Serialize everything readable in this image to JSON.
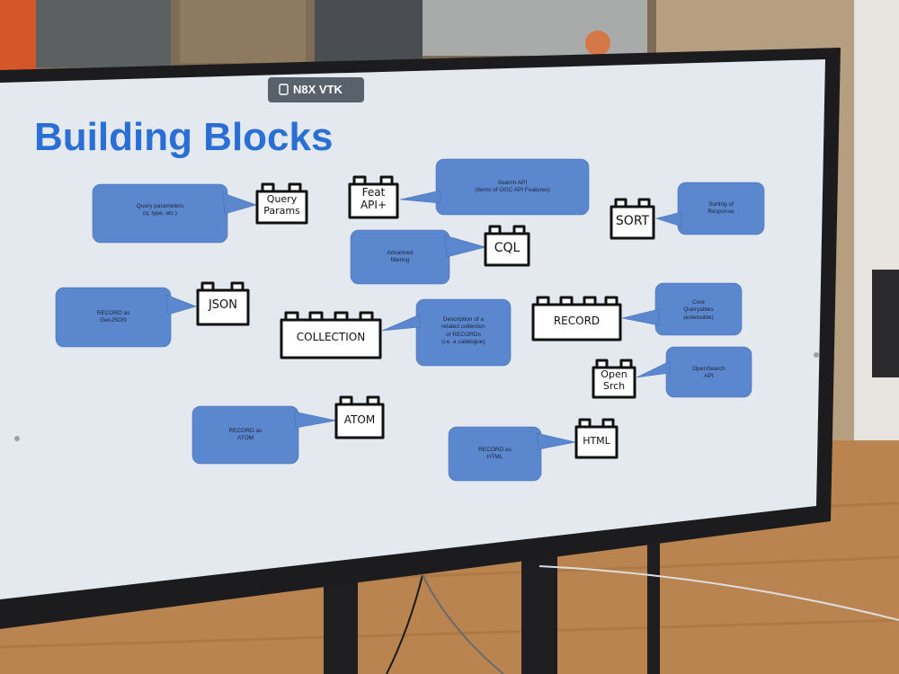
{
  "badge": {
    "label": "N8X VTK"
  },
  "slide": {
    "title": "Building Blocks",
    "blocks": {
      "query_params": "Query\nParams",
      "feat_api": "Feat\nAPI+",
      "sort": "SORT",
      "cql": "CQL",
      "json": "JSON",
      "collection": "COLLECTION",
      "record": "RECORD",
      "open_srch": "Open\nSrch",
      "atom": "ATOM",
      "html": "HTML"
    },
    "bubbles": {
      "query_params": "Query parameters\n(q, type, etc.)",
      "feat_api": "Search API\n(Items of OGC API Features)",
      "sort": "Sorting of\nResponse",
      "cql": "Advanced\nfiltering",
      "json": "RECORD as\nGeoJSON",
      "collection": "Description of a\nrelated collection\nof RECORDs\n(i.e. a catalogue)",
      "record": "Core\nQueryables\n(extensible)",
      "open_srch": "OpenSearch\nAPI",
      "atom": "RECORD as\nATOM",
      "html": "RECORD as\nHTML"
    }
  },
  "colors": {
    "title": "#2a6fd6",
    "bubble": "#5b87cf",
    "screen": "#e3e9ee",
    "bezel": "#1c1c1e",
    "floor": "#b9844f",
    "wall": "#8a7760"
  }
}
